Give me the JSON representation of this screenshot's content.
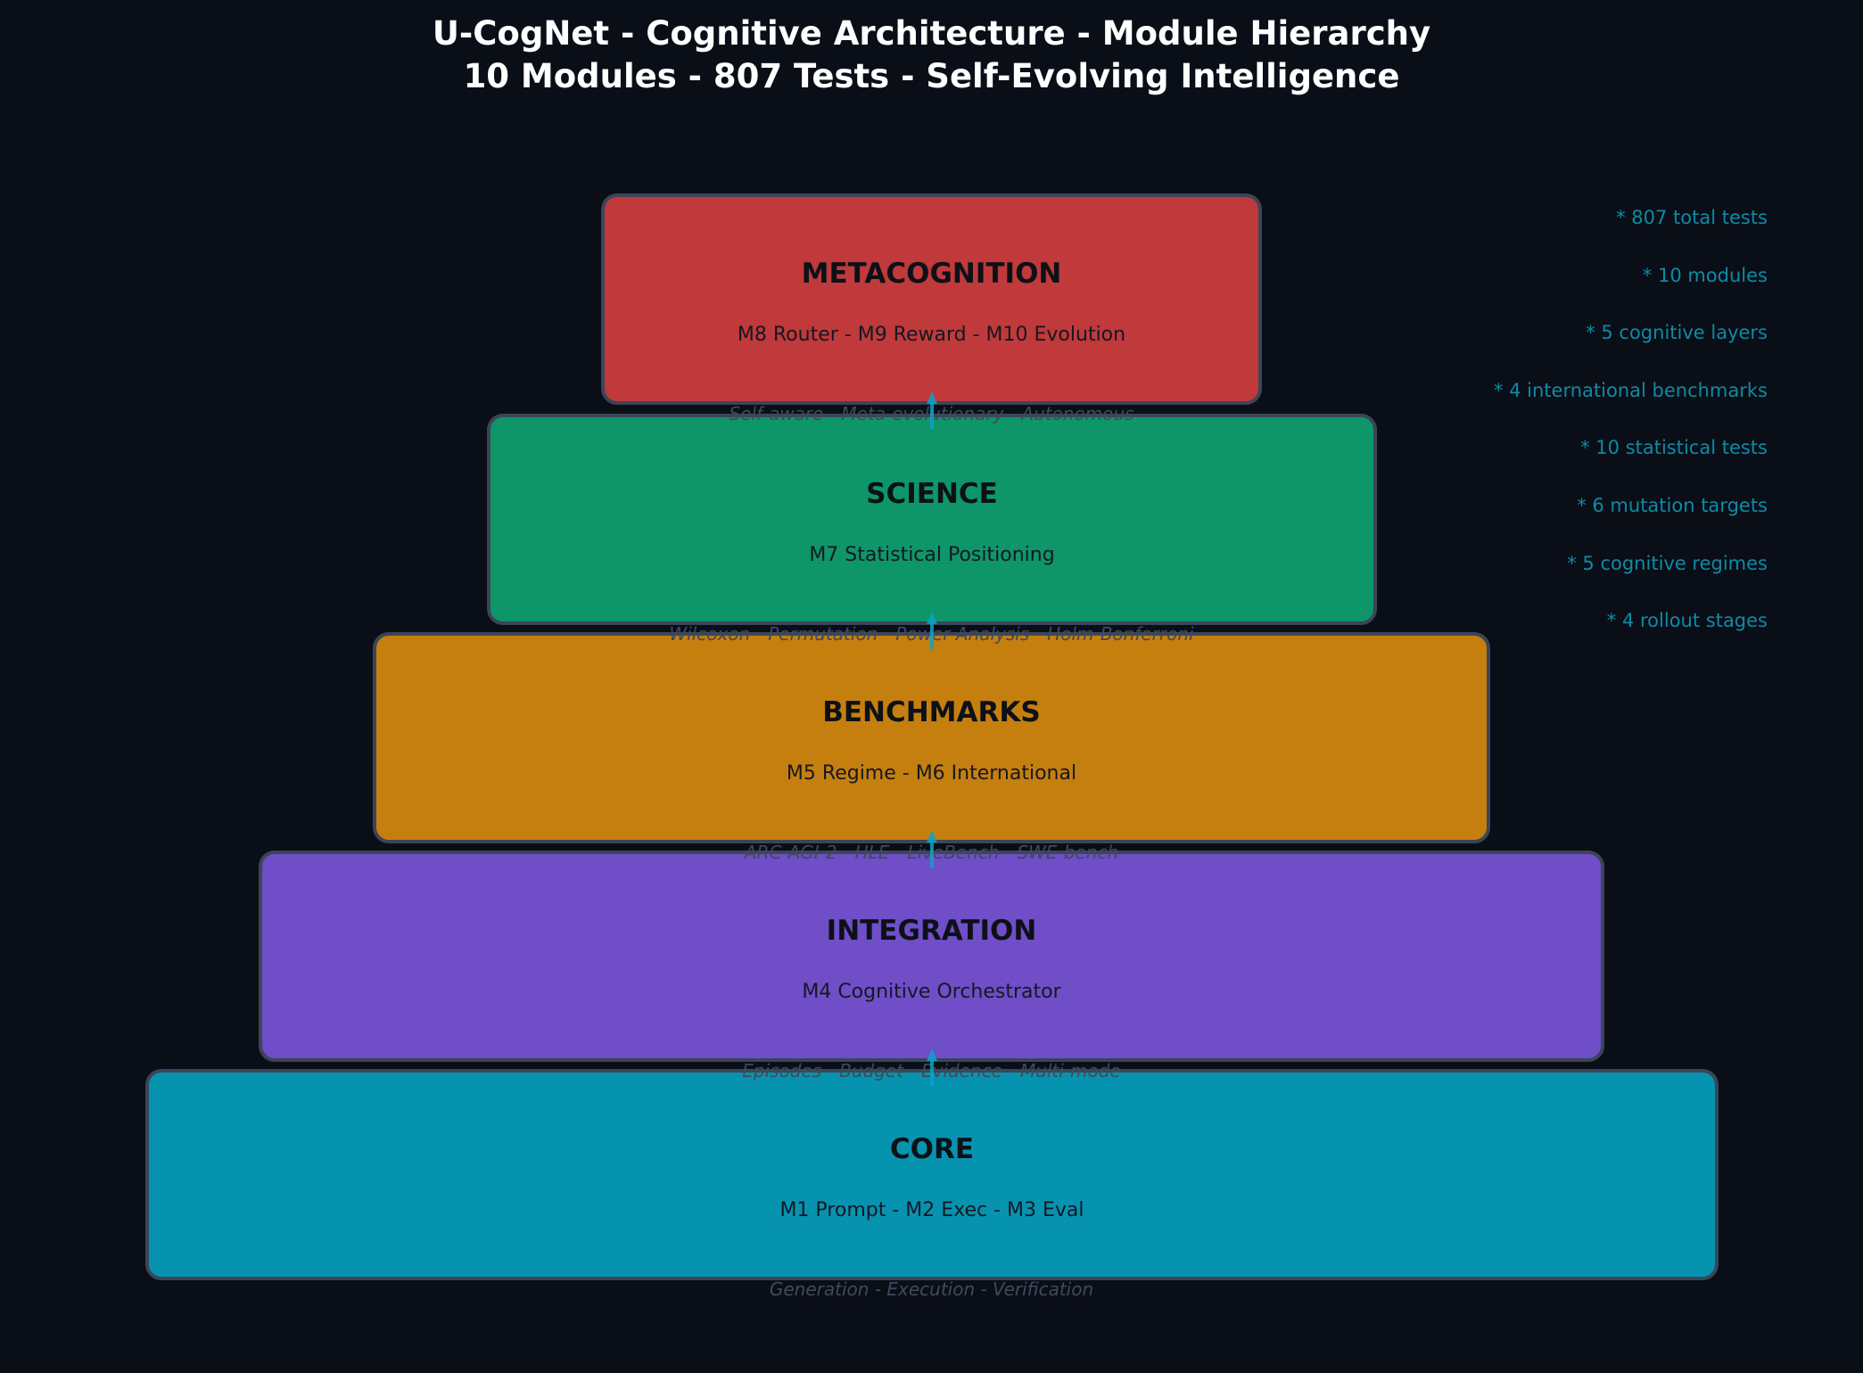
{
  "title": {
    "line1": "U-CogNet - Cognitive Architecture - Module Hierarchy",
    "line2": "10 Modules - 807 Tests - Self-Evolving Intelligence"
  },
  "layers": [
    {
      "name": "METACOGNITION",
      "modules": "M8 Router - M9 Reward - M10 Evolution",
      "caption": "Self-aware - Meta-evolutionary - Autonomous",
      "color": "#c0393b"
    },
    {
      "name": "SCIENCE",
      "modules": "M7 Statistical Positioning",
      "caption": "Wilcoxon - Permutation - Power Analysis - Holm-Bonferroni",
      "color": "#0e9669"
    },
    {
      "name": "BENCHMARKS",
      "modules": "M5 Regime - M6 International",
      "caption": "ARC-AGI-2 - HLE - LiveBench - SWE-bench",
      "color": "#c57f0e"
    },
    {
      "name": "INTEGRATION",
      "modules": "M4 Cognitive Orchestrator",
      "caption": "Episodes - Budget - Evidence - Multi-mode",
      "color": "#6f4ec7"
    },
    {
      "name": "CORE",
      "modules": "M1 Prompt - M2 Exec - M3 Eval",
      "caption": "Generation - Execution - Verification",
      "color": "#0693b0"
    }
  ],
  "stats": [
    "* 807 total tests",
    "* 10 modules",
    "* 5 cognitive layers",
    "* 4 international benchmarks",
    "* 10 statistical tests",
    "* 6 mutation targets",
    "* 5 cognitive regimes",
    "* 4 rollout stages"
  ],
  "arrow_color": "#0aa3c8"
}
